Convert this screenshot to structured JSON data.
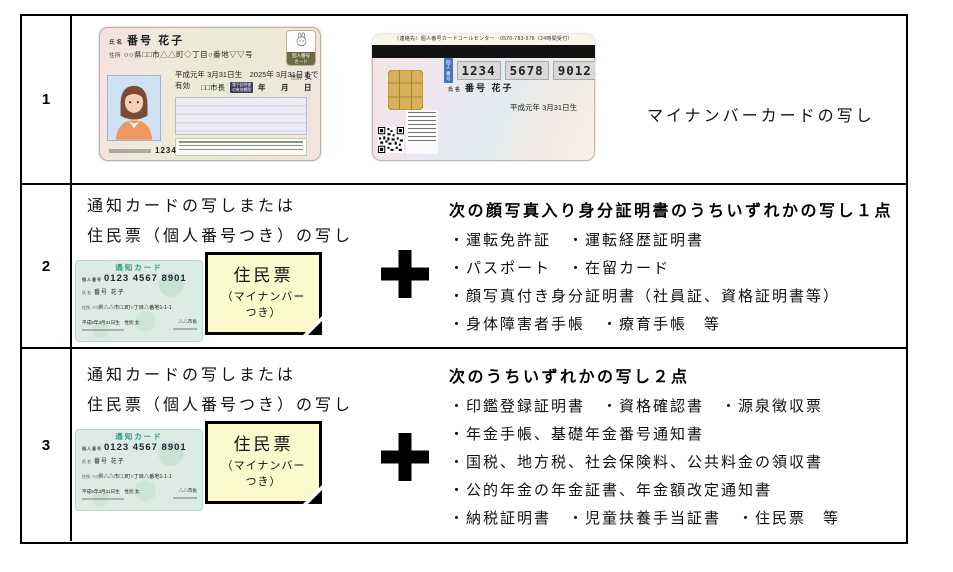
{
  "rows": [
    {
      "number": "1",
      "caption": "マイナンバーカードの写し"
    },
    {
      "number": "2",
      "left_lines": [
        "通知カードの写しまたは",
        "住民票（個人番号つき）の写し"
      ],
      "heading": "次の顔写真入り身分証明書のうちいずれかの写し１点",
      "items": [
        "・運転免許証　・運転経歴証明書",
        "・パスポート　・在留カード",
        "・顔写真付き身分証明書（社員証、資格証明書等）",
        "・身体障害者手帳　・療育手帳　等"
      ]
    },
    {
      "number": "3",
      "left_lines": [
        "通知カードの写しまたは",
        "住民票（個人番号つき）の写し"
      ],
      "heading": "次のうちいずれかの写し２点",
      "items": [
        "・印鑑登録証明書　・資格確認書　・源泉徴収票",
        "・年金手帳、基礎年金番号通知書",
        "・国税、地方税、社会保険料、公共料金の領収書",
        "・公的年金の年金証書、年金額改定通知書",
        "・納税証明書　・児童扶養手当証書　・住民票　等"
      ]
    }
  ],
  "mynumber_front": {
    "name_label": "氏名",
    "name": "番号 花子",
    "address_label": "住所",
    "address": "○○県□□市△△町◇丁目○番地▽▽号",
    "gender_label": "性別",
    "gender": "女",
    "badge_line1": "個人番号",
    "badge_line2": "カード",
    "birth_expiry": "平成元年 3月31日生　2025年 3月31日まで有効",
    "issuer": "□□市長",
    "elec_line1": "電子証明書",
    "elec_line2": "の有効期限",
    "date_header": "年　月　日",
    "serial": "1234"
  },
  "mynumber_back": {
    "contact": "〈連絡先〉個人番号カードコールセンター　0570‐783‐578（24時間受付）",
    "number_label_line1": "個人",
    "number_label_line2": "番号",
    "number_groups": [
      "1234",
      "5678",
      "9012"
    ],
    "name_label": "氏名",
    "name": "番号 花子",
    "birth": "平成元年 3月31日生"
  },
  "notice_card": {
    "title": "通知カード",
    "number_label": "個人番号",
    "number": "0123 4567 8901",
    "name_label": "氏名",
    "name": "番号 花子",
    "address_label": "住所",
    "address": "○○県△△市□□町○丁目△番地1-1-1",
    "birth_line": "平成5年3月31日生　性別 女",
    "issuer": "△△市長"
  },
  "sticky_note": {
    "line1": "住民票",
    "line2": "（マイナンバー",
    "line3": "つき）"
  },
  "colors": {
    "sticky_bg": "#fcf9cd",
    "notice_bg": "#dcece4",
    "notice_title": "#2f9a87",
    "photo_bg": "#cfe2f4",
    "chip_gold": "#d7b05c",
    "border": "#000000"
  }
}
